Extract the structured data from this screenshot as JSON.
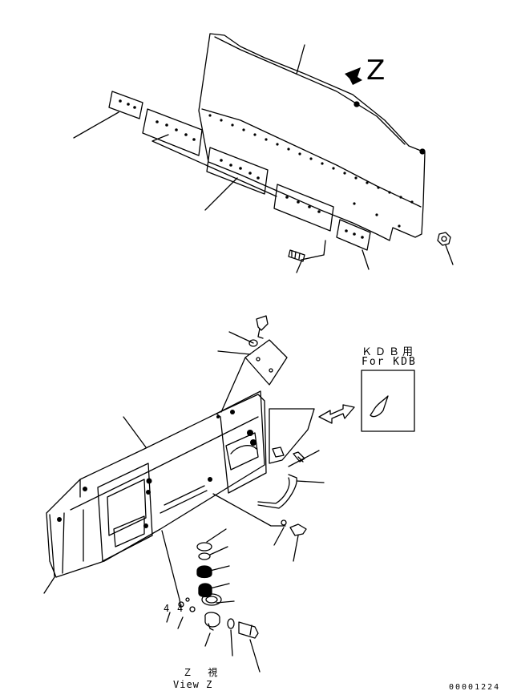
{
  "view_marker": {
    "letter": "Z"
  },
  "kdb_box": {
    "label_jp": "ＫＤＢ用",
    "label_en": "For KDB"
  },
  "view_caption": {
    "jp": "Ｚ 視",
    "en": "View Z"
  },
  "quantity_marks": {
    "a": "4",
    "b": "4"
  },
  "drawing_number": "00001224",
  "colors": {
    "line": "#000000",
    "background": "#ffffff"
  }
}
